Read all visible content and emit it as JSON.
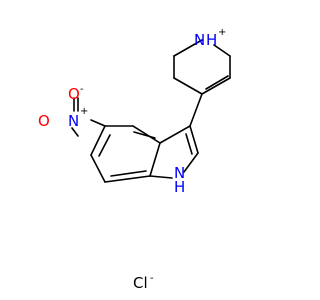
{
  "structure": {
    "atoms": {
      "nh2_plus": {
        "symbol": "N",
        "hydrogen": "H",
        "charge": "+",
        "color": "#0000ff"
      },
      "nitro_n": {
        "symbol": "N",
        "charge": "+",
        "color": "#0000ff"
      },
      "nitro_o_top": {
        "symbol": "O",
        "charge": "-",
        "color": "#ff0000"
      },
      "nitro_o_right": {
        "symbol": "O",
        "color": "#ff0000"
      },
      "indole_nh": {
        "symbol": "N",
        "hydrogen": "H",
        "color": "#0000ff"
      }
    },
    "counterion": {
      "symbol": "Cl",
      "charge": "-",
      "color": "#000000"
    }
  }
}
